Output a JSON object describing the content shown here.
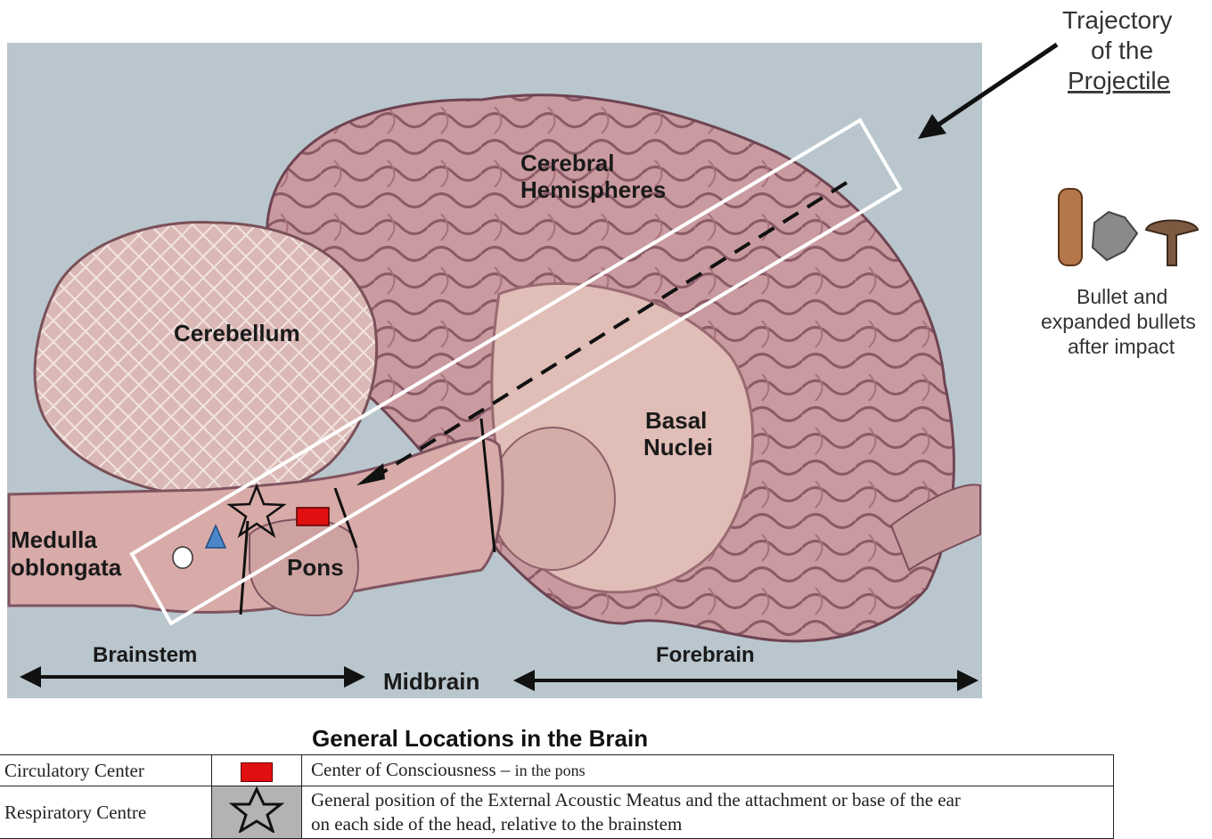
{
  "labels": {
    "cerebral": [
      "Cerebral",
      "Hemispheres"
    ],
    "cerebellum": "Cerebellum",
    "basal": [
      "Basal",
      "Nuclei"
    ],
    "medulla": [
      "Medulla",
      "oblongata"
    ],
    "pons": "Pons",
    "brainstem": "Brainstem",
    "midbrain": "Midbrain",
    "forebrain": "Forebrain"
  },
  "trajectory": {
    "line1": "Trajectory",
    "line2": "of the",
    "line3": "Projectile"
  },
  "bullets_caption": [
    "Bullet and",
    "expanded bullets",
    "after impact"
  ],
  "legend": {
    "title": "General Locations in the Brain",
    "rows": [
      {
        "left": "Circulatory Center",
        "symbol": "red-rectangle",
        "desc": "Center of Consciousness",
        "dash": "–",
        "small": "in the pons"
      },
      {
        "left": "Respiratory Centre",
        "symbol": "star",
        "desc_line1": "General position of the External Acoustic Meatus and the attachment or base of the ear",
        "desc_line2": "on each side of the head, relative to the brainstem"
      }
    ]
  },
  "colors": {
    "background_panel": "#b9c6cd",
    "brain_tissue": "#cc9ea1",
    "consciousness_marker": "#e01010",
    "respiratory_marker": "#4a86c8"
  }
}
